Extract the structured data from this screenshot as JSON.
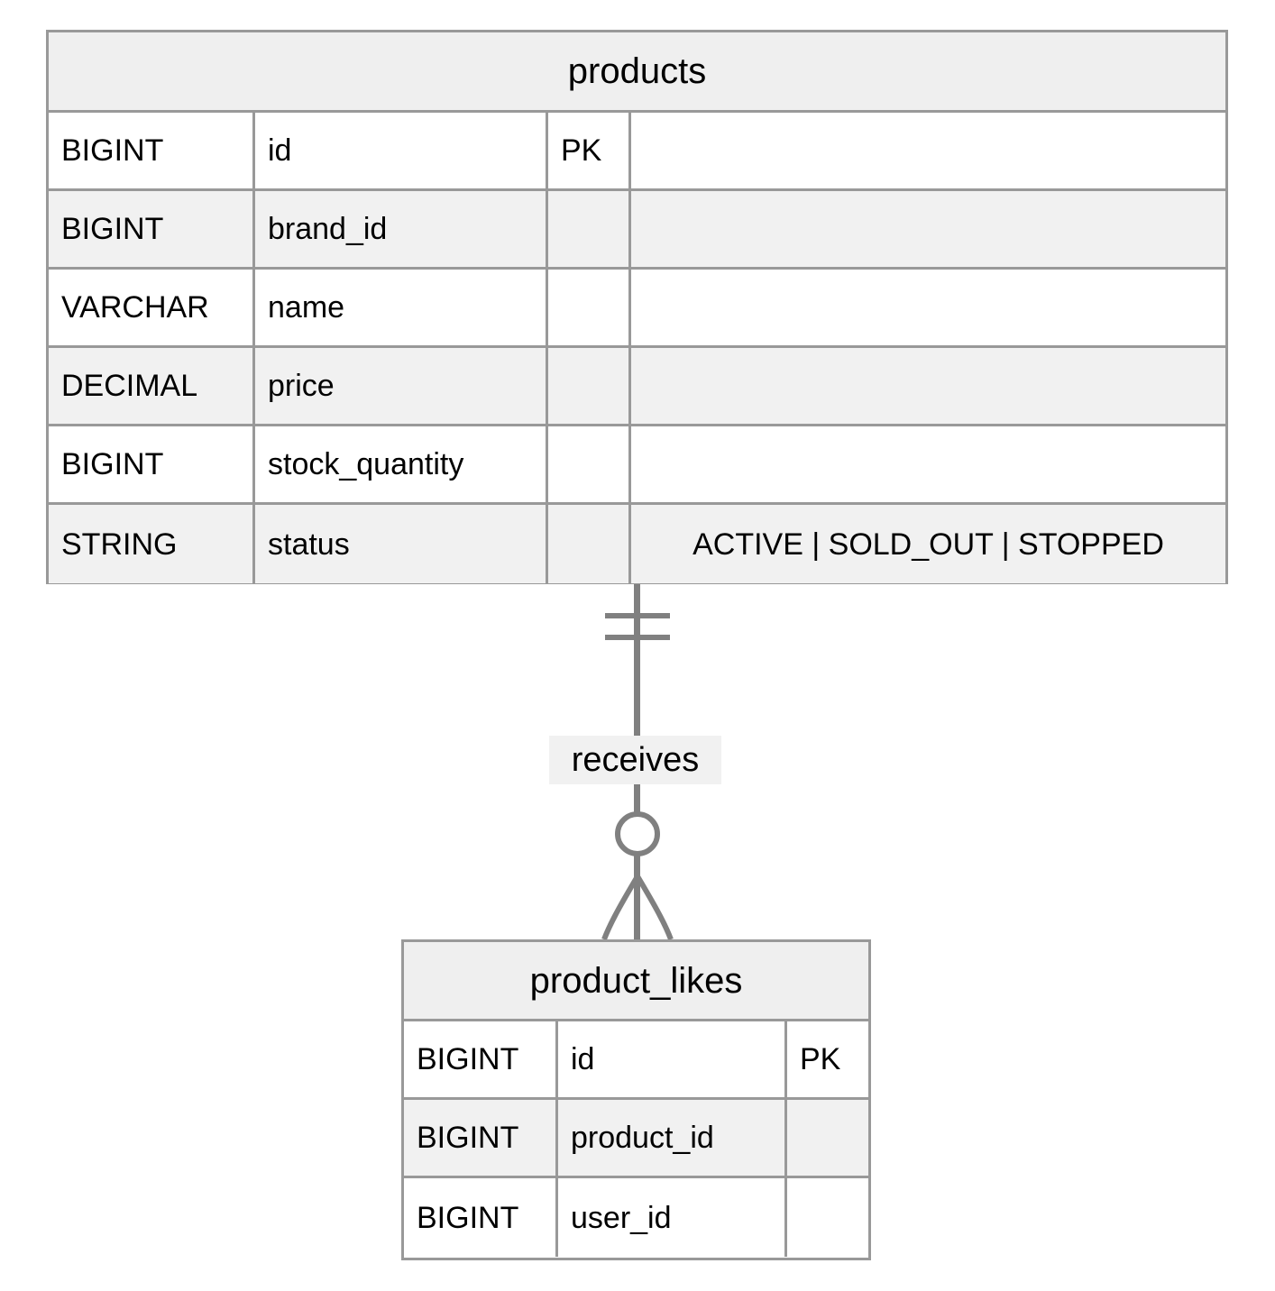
{
  "diagram": {
    "type": "entity-relationship-diagram",
    "notation": "crow's foot",
    "background_color": "#ffffff",
    "border_color": "#999999",
    "connector_color": "#808080",
    "header_fill": "#efefef",
    "alt_row_fill": "#f1f1f1"
  },
  "entities": [
    {
      "name": "products",
      "title": "products",
      "columns": [
        {
          "type": "BIGINT",
          "name": "id",
          "key": "PK",
          "comment": ""
        },
        {
          "type": "BIGINT",
          "name": "brand_id",
          "key": "",
          "comment": ""
        },
        {
          "type": "VARCHAR",
          "name": "name",
          "key": "",
          "comment": ""
        },
        {
          "type": "DECIMAL",
          "name": "price",
          "key": "",
          "comment": ""
        },
        {
          "type": "BIGINT",
          "name": "stock_quantity",
          "key": "",
          "comment": ""
        },
        {
          "type": "STRING",
          "name": "status",
          "key": "",
          "comment": "ACTIVE | SOLD_OUT | STOPPED"
        }
      ]
    },
    {
      "name": "product_likes",
      "title": "product_likes",
      "columns": [
        {
          "type": "BIGINT",
          "name": "id",
          "key": "PK"
        },
        {
          "type": "BIGINT",
          "name": "product_id",
          "key": ""
        },
        {
          "type": "BIGINT",
          "name": "user_id",
          "key": ""
        }
      ]
    }
  ],
  "relationships": [
    {
      "label": "receives",
      "from": "products",
      "to": "product_likes",
      "from_cardinality": "exactly-one",
      "to_cardinality": "zero-or-many"
    }
  ]
}
